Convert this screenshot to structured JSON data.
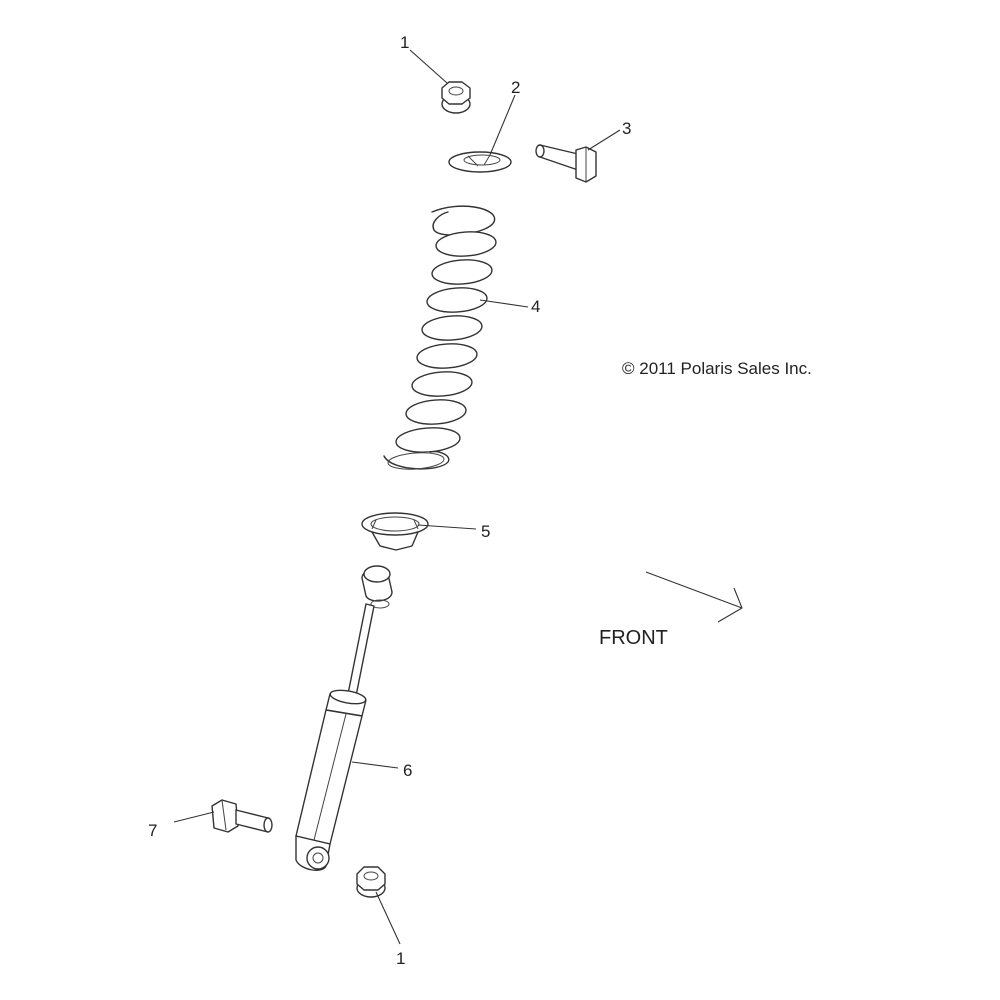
{
  "copyright": "© 2011 Polaris Sales Inc.",
  "front_label": "FRONT",
  "callouts": {
    "nut_top": "1",
    "retainer": "2",
    "bolt_top": "3",
    "spring": "4",
    "spring_seat": "5",
    "shock": "6",
    "bolt_bottom": "7",
    "nut_bottom": "1"
  },
  "colors": {
    "line": "#333333",
    "text": "#222222",
    "background": "#ffffff"
  }
}
